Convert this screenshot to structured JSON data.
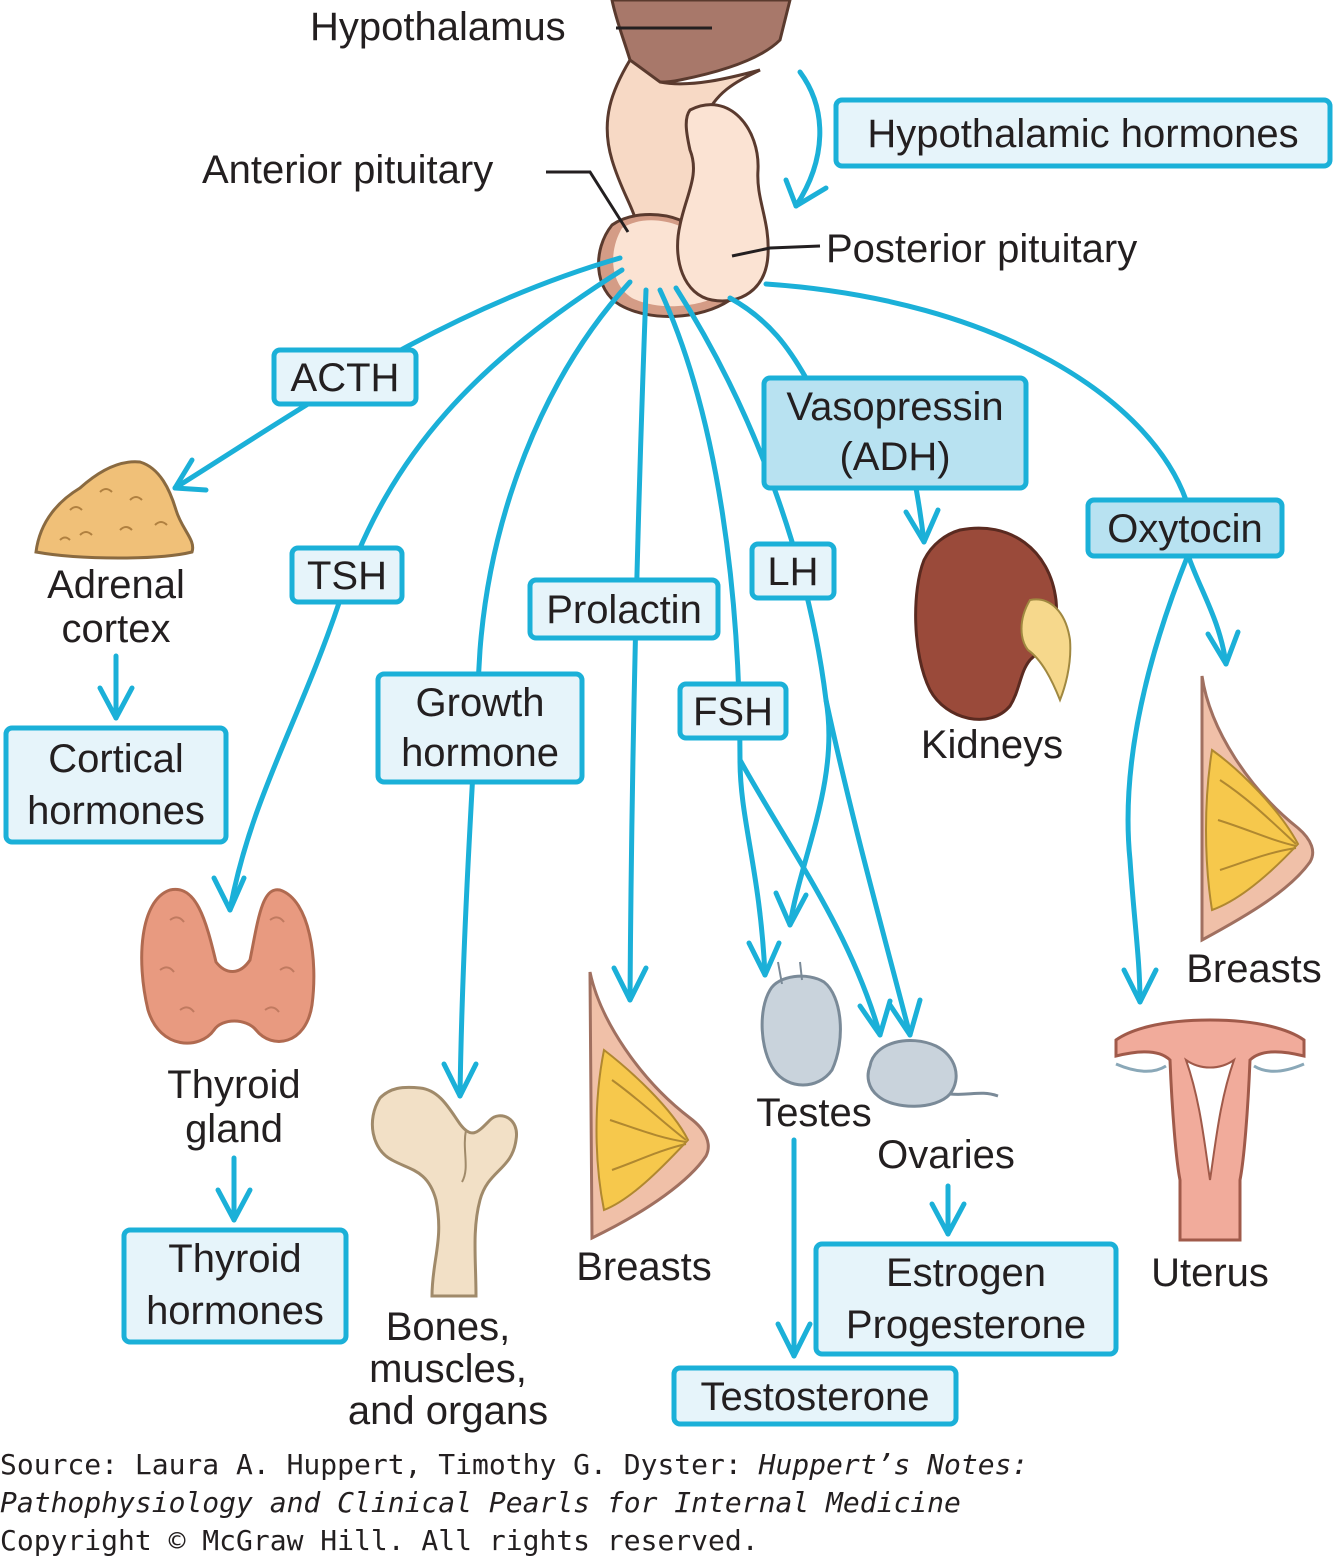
{
  "colors": {
    "arrow": "#1bb0d8",
    "box_fill": "#e6f4fa",
    "box_fill_dark": "#b8e2f1",
    "pituitary": "#fbe3d3",
    "hypothalamus": "#a8786a",
    "adrenal": "#f0c078",
    "thyroid": "#e89a80",
    "bone": "#f2e0c6",
    "breast": "#f6c84c",
    "gonad": "#c9d3dc",
    "kidney": "#9a4a3a",
    "uterus": "#f1ab9b"
  },
  "labels": {
    "hypothalamus": "Hypothalamus",
    "anterior_pituitary": "Anterior pituitary",
    "posterior_pituitary": "Posterior pituitary",
    "hypothalamic_hormones": "Hypothalamic hormones",
    "adrenal_cortex": [
      "Adrenal",
      "cortex"
    ],
    "thyroid_gland": [
      "Thyroid",
      "gland"
    ],
    "bones": [
      "Bones,",
      "muscles,",
      "and organs"
    ],
    "breasts_left": "Breasts",
    "testes": "Testes",
    "ovaries": "Ovaries",
    "kidneys": "Kidneys",
    "breasts_right": "Breasts",
    "uterus": "Uterus"
  },
  "hormones": {
    "acth": "ACTH",
    "tsh": "TSH",
    "growth_hormone": [
      "Growth",
      "hormone"
    ],
    "prolactin": "Prolactin",
    "fsh": "FSH",
    "lh": "LH",
    "vasopressin": [
      "Vasopressin",
      "(ADH)"
    ],
    "oxytocin": "Oxytocin"
  },
  "products": {
    "cortical": [
      "Cortical",
      "hormones"
    ],
    "thyroid": [
      "Thyroid",
      "hormones"
    ],
    "testosterone": "Testosterone",
    "estrogen": [
      "Estrogen",
      "Progesterone"
    ]
  },
  "source": {
    "prefix": "Source: Laura A. Huppert, Timothy G. Dyster: ",
    "title_1": "Huppert’s Notes:",
    "title_2": "Pathophysiology and Clinical Pearls for Internal Medicine",
    "copyright": "Copyright © McGraw Hill. All rights reserved."
  }
}
